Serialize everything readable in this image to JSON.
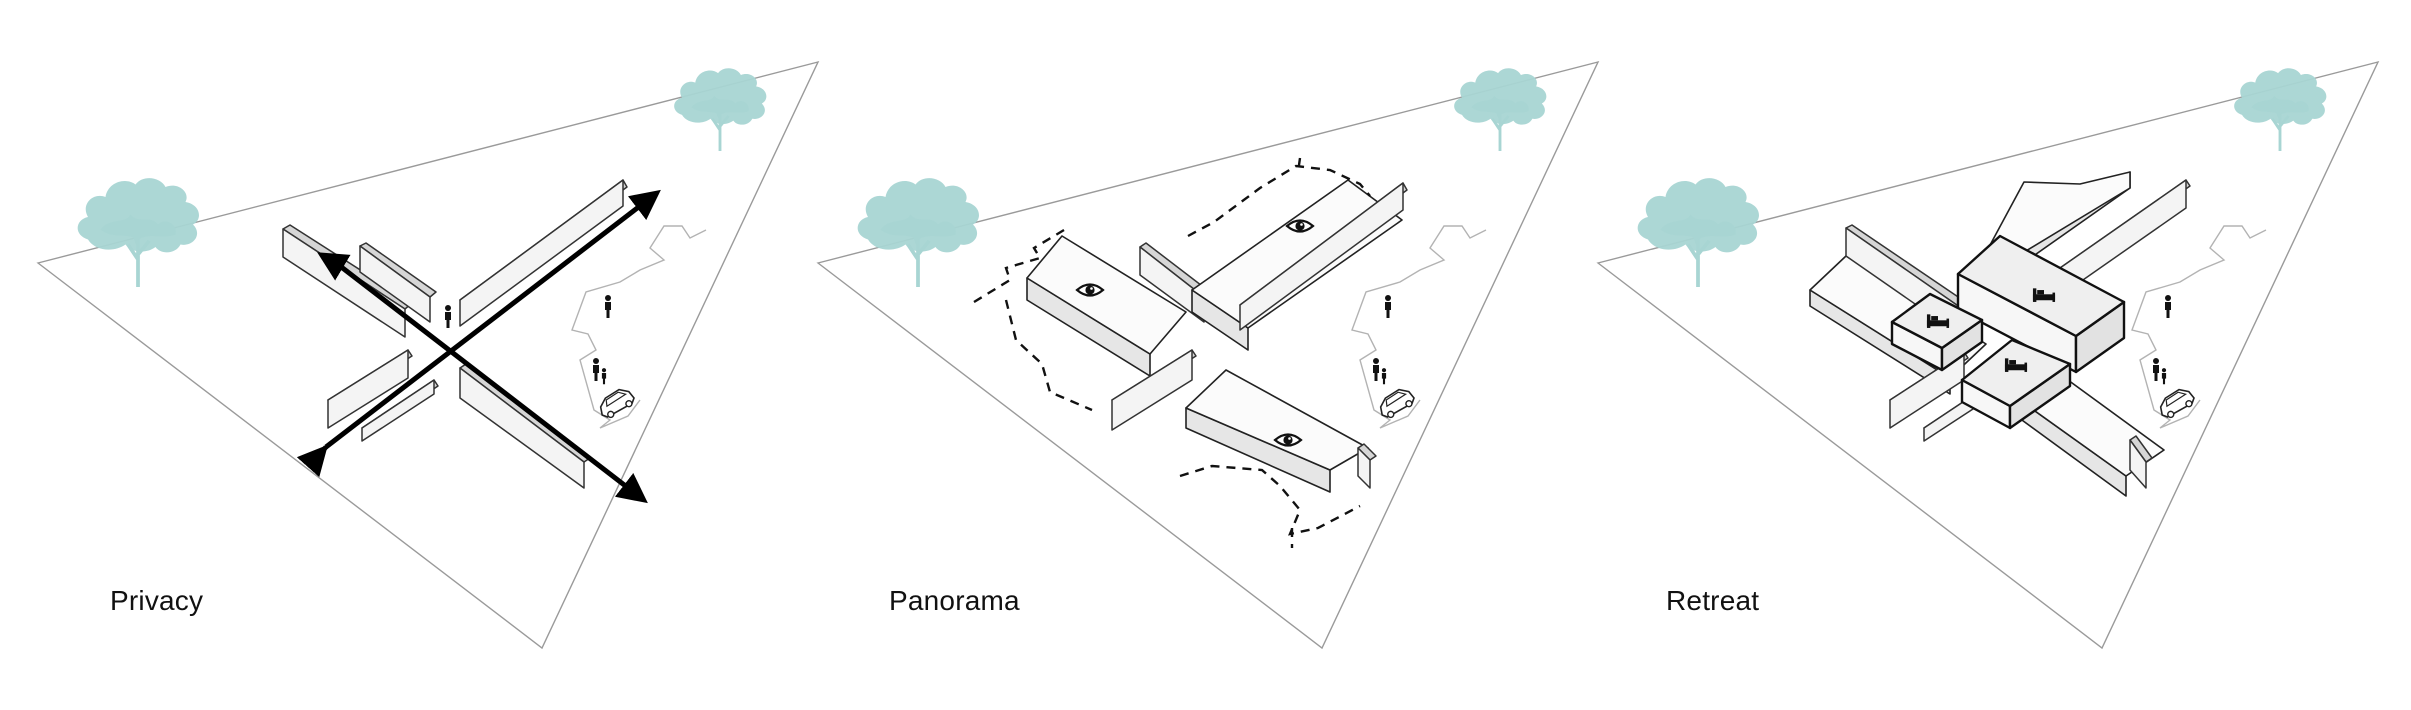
{
  "panels": [
    {
      "caption": "Privacy"
    },
    {
      "caption": "Panorama"
    },
    {
      "caption": "Retreat"
    }
  ],
  "colors": {
    "tree": "#a8d5d3",
    "lines": "#333333",
    "site_outline": "#9a9a9a"
  },
  "icons": [
    "tree-icon",
    "person-icon",
    "car-icon",
    "eye-icon",
    "bed-icon",
    "arrow-icon"
  ]
}
